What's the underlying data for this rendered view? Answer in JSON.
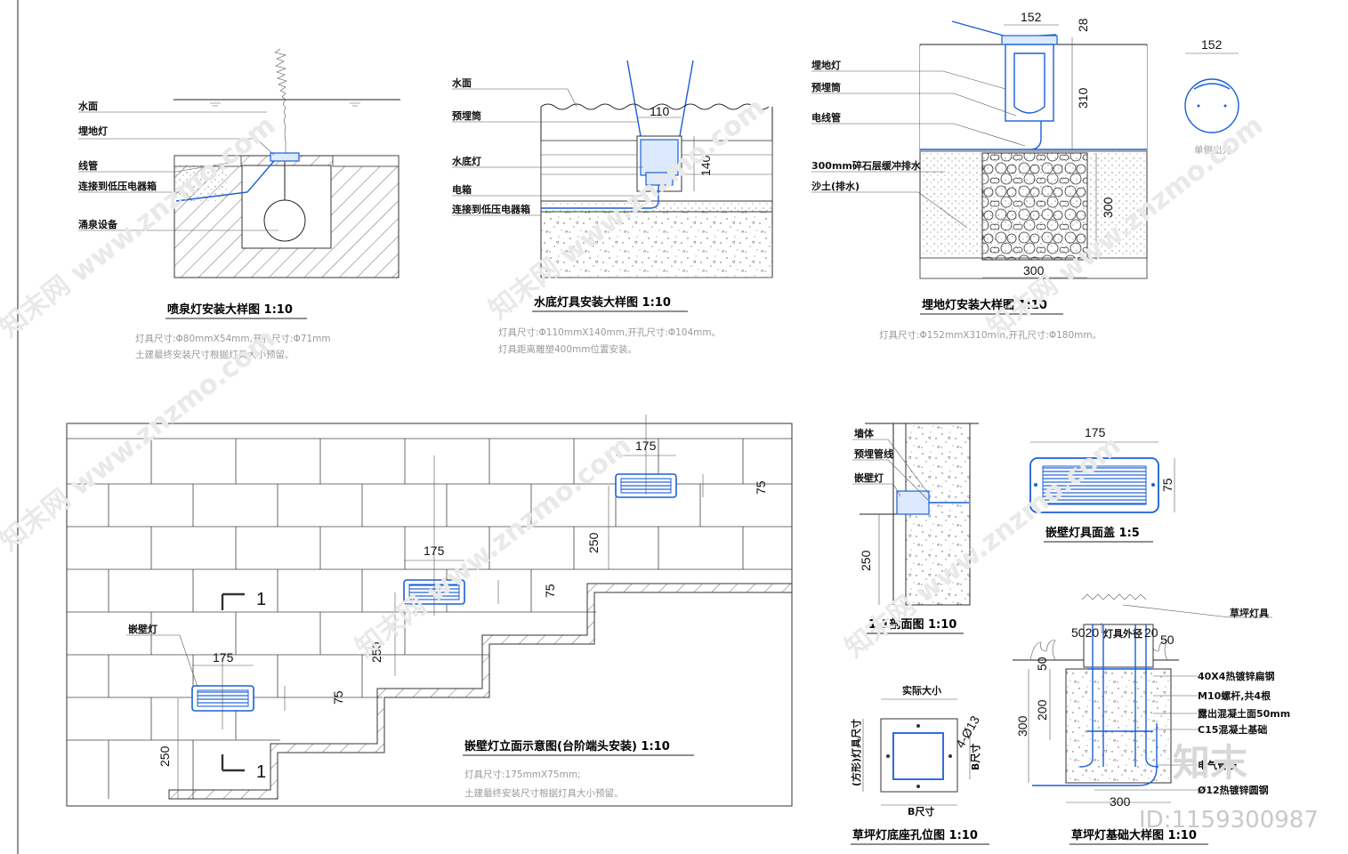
{
  "watermarks": {
    "diagonal": "知末网 www.znzmo.com",
    "logo": "知末",
    "id": "ID:1159300987"
  },
  "fountain": {
    "labels": [
      "水面",
      "埋地灯",
      "线管",
      "连接到低压电器箱",
      "涌泉设备"
    ],
    "title": "喷泉灯安装大样图 1:10",
    "notes": [
      "灯具尺寸:Φ80mmX54mm,开孔尺寸:Φ71mm",
      "土建最终安装尺寸根据灯具大小预留。"
    ]
  },
  "underwater": {
    "labels": [
      "水面",
      "预埋筒",
      "水底灯",
      "电箱",
      "连接到低压电器箱"
    ],
    "dims": [
      "110",
      "140"
    ],
    "title": "水底灯具安装大样图 1:10",
    "notes": [
      "灯具尺寸:Φ110mmX140mm,开孔尺寸:Φ104mm。",
      "灯具距离雕塑400mm位置安装。"
    ]
  },
  "inground": {
    "labels": [
      "埋地灯",
      "预埋筒",
      "电线管",
      "300mm碎石层缓冲排水",
      "沙土(排水)"
    ],
    "dims": [
      "152",
      "28",
      "310",
      "300",
      "300",
      "152"
    ],
    "side_label": "单侧出光",
    "title": "埋地灯安装大样图 1:10",
    "notes": [
      "灯具尺寸:Φ152mmX310mm,开孔尺寸:Φ180mm。"
    ]
  },
  "elevation": {
    "label": "嵌壁灯",
    "dims": [
      "175",
      "75",
      "250",
      "175",
      "75",
      "250",
      "175",
      "75",
      "250"
    ],
    "section_marks": [
      "1",
      "1"
    ],
    "title": "嵌壁灯立面示意图(台阶端头安装) 1:10",
    "notes": [
      "灯具尺寸:175mmX75mm;",
      "土建最终安装尺寸根据灯具大小预留。"
    ]
  },
  "section11": {
    "labels": [
      "墙体",
      "预埋管线",
      "嵌壁灯"
    ],
    "dims": [
      "250"
    ],
    "title": "1-1剖面图 1:10"
  },
  "cover": {
    "dims": [
      "175",
      "75"
    ],
    "title": "嵌壁灯具面盖 1:5"
  },
  "base_holes": {
    "labels": [
      "实际大小",
      "(方形)灯具尺寸",
      "B尺寸",
      "B尺寸",
      "4-Ø13"
    ],
    "title": "草坪灯底座孔位图 1:10"
  },
  "lawn_found": {
    "labels": [
      "草坪灯具",
      "灯具外径",
      "40X4热镀锌扁钢",
      "M10螺杆,共4根",
      "露出混凝土面50mm",
      "C15混凝土基础",
      "电气管线",
      "Ø12热镀锌圆钢"
    ],
    "dims": [
      "5020",
      "20",
      "50",
      "50",
      "200",
      "300",
      "300"
    ],
    "title": "草坪灯基础大样图 1:10"
  }
}
